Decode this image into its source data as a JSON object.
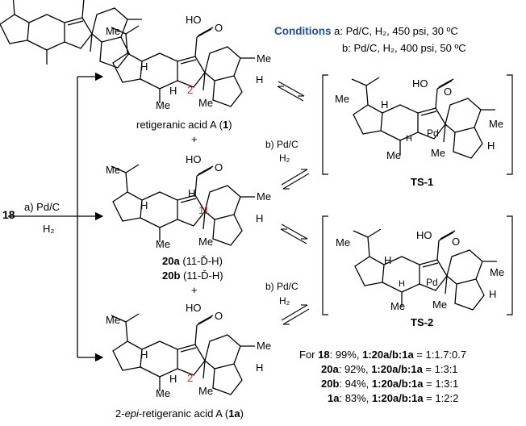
{
  "conditions": {
    "heading": "Conditions",
    "a": "a: Pd/C, H₂, 450 psi, 30 ºC",
    "b": "b: Pd/C, H₂, 400 psi, 50 ºC"
  },
  "start": {
    "compound": "18",
    "reagent": "a) Pd/C",
    "gas": "H₂"
  },
  "compounds": {
    "c1_name": "retigeranic acid A (",
    "c1_num": "1",
    "c20a_num": "20a",
    "c20a_desc": " (11-Ď-H)",
    "c20b_num": "20b",
    "c20b_desc": " (11-Ď-H)",
    "c1a_prefix": "2-",
    "c1a_epi": "epi",
    "c1a_name": "-retigeranic acid A (",
    "c1a_num": "1a",
    "close": ")",
    "plus": "+"
  },
  "structure_labels": {
    "me": "Me",
    "h": "H",
    "ho": "HO",
    "o": "O",
    "pd": "Pd",
    "pos2": "2",
    "pos11": "11"
  },
  "transition_states": {
    "ts1": "TS-1",
    "ts2": "TS-2",
    "step_b": "b) Pd/C",
    "step_b_gas": "H₂"
  },
  "results": [
    {
      "compound": "18",
      "yield": "99%",
      "ratio_label": "1:20a/b:1a",
      "ratio": "1:1.7:0.7"
    },
    {
      "compound": "20a",
      "yield": "92%",
      "ratio_label": "1:20a/b:1a",
      "ratio": "1:3:1"
    },
    {
      "compound": "20b",
      "yield": "94%",
      "ratio_label": "1:20a/b:1a",
      "ratio": "1:3:1"
    },
    {
      "compound": "1a",
      "yield": "83%",
      "ratio_label": "1:20a/b:1a",
      "ratio": "1:2:2"
    }
  ],
  "results_prefix": "For ",
  "colors": {
    "accent_blue": "#1f4e9c",
    "locant_red": "#e0201b",
    "line": "#000000"
  }
}
